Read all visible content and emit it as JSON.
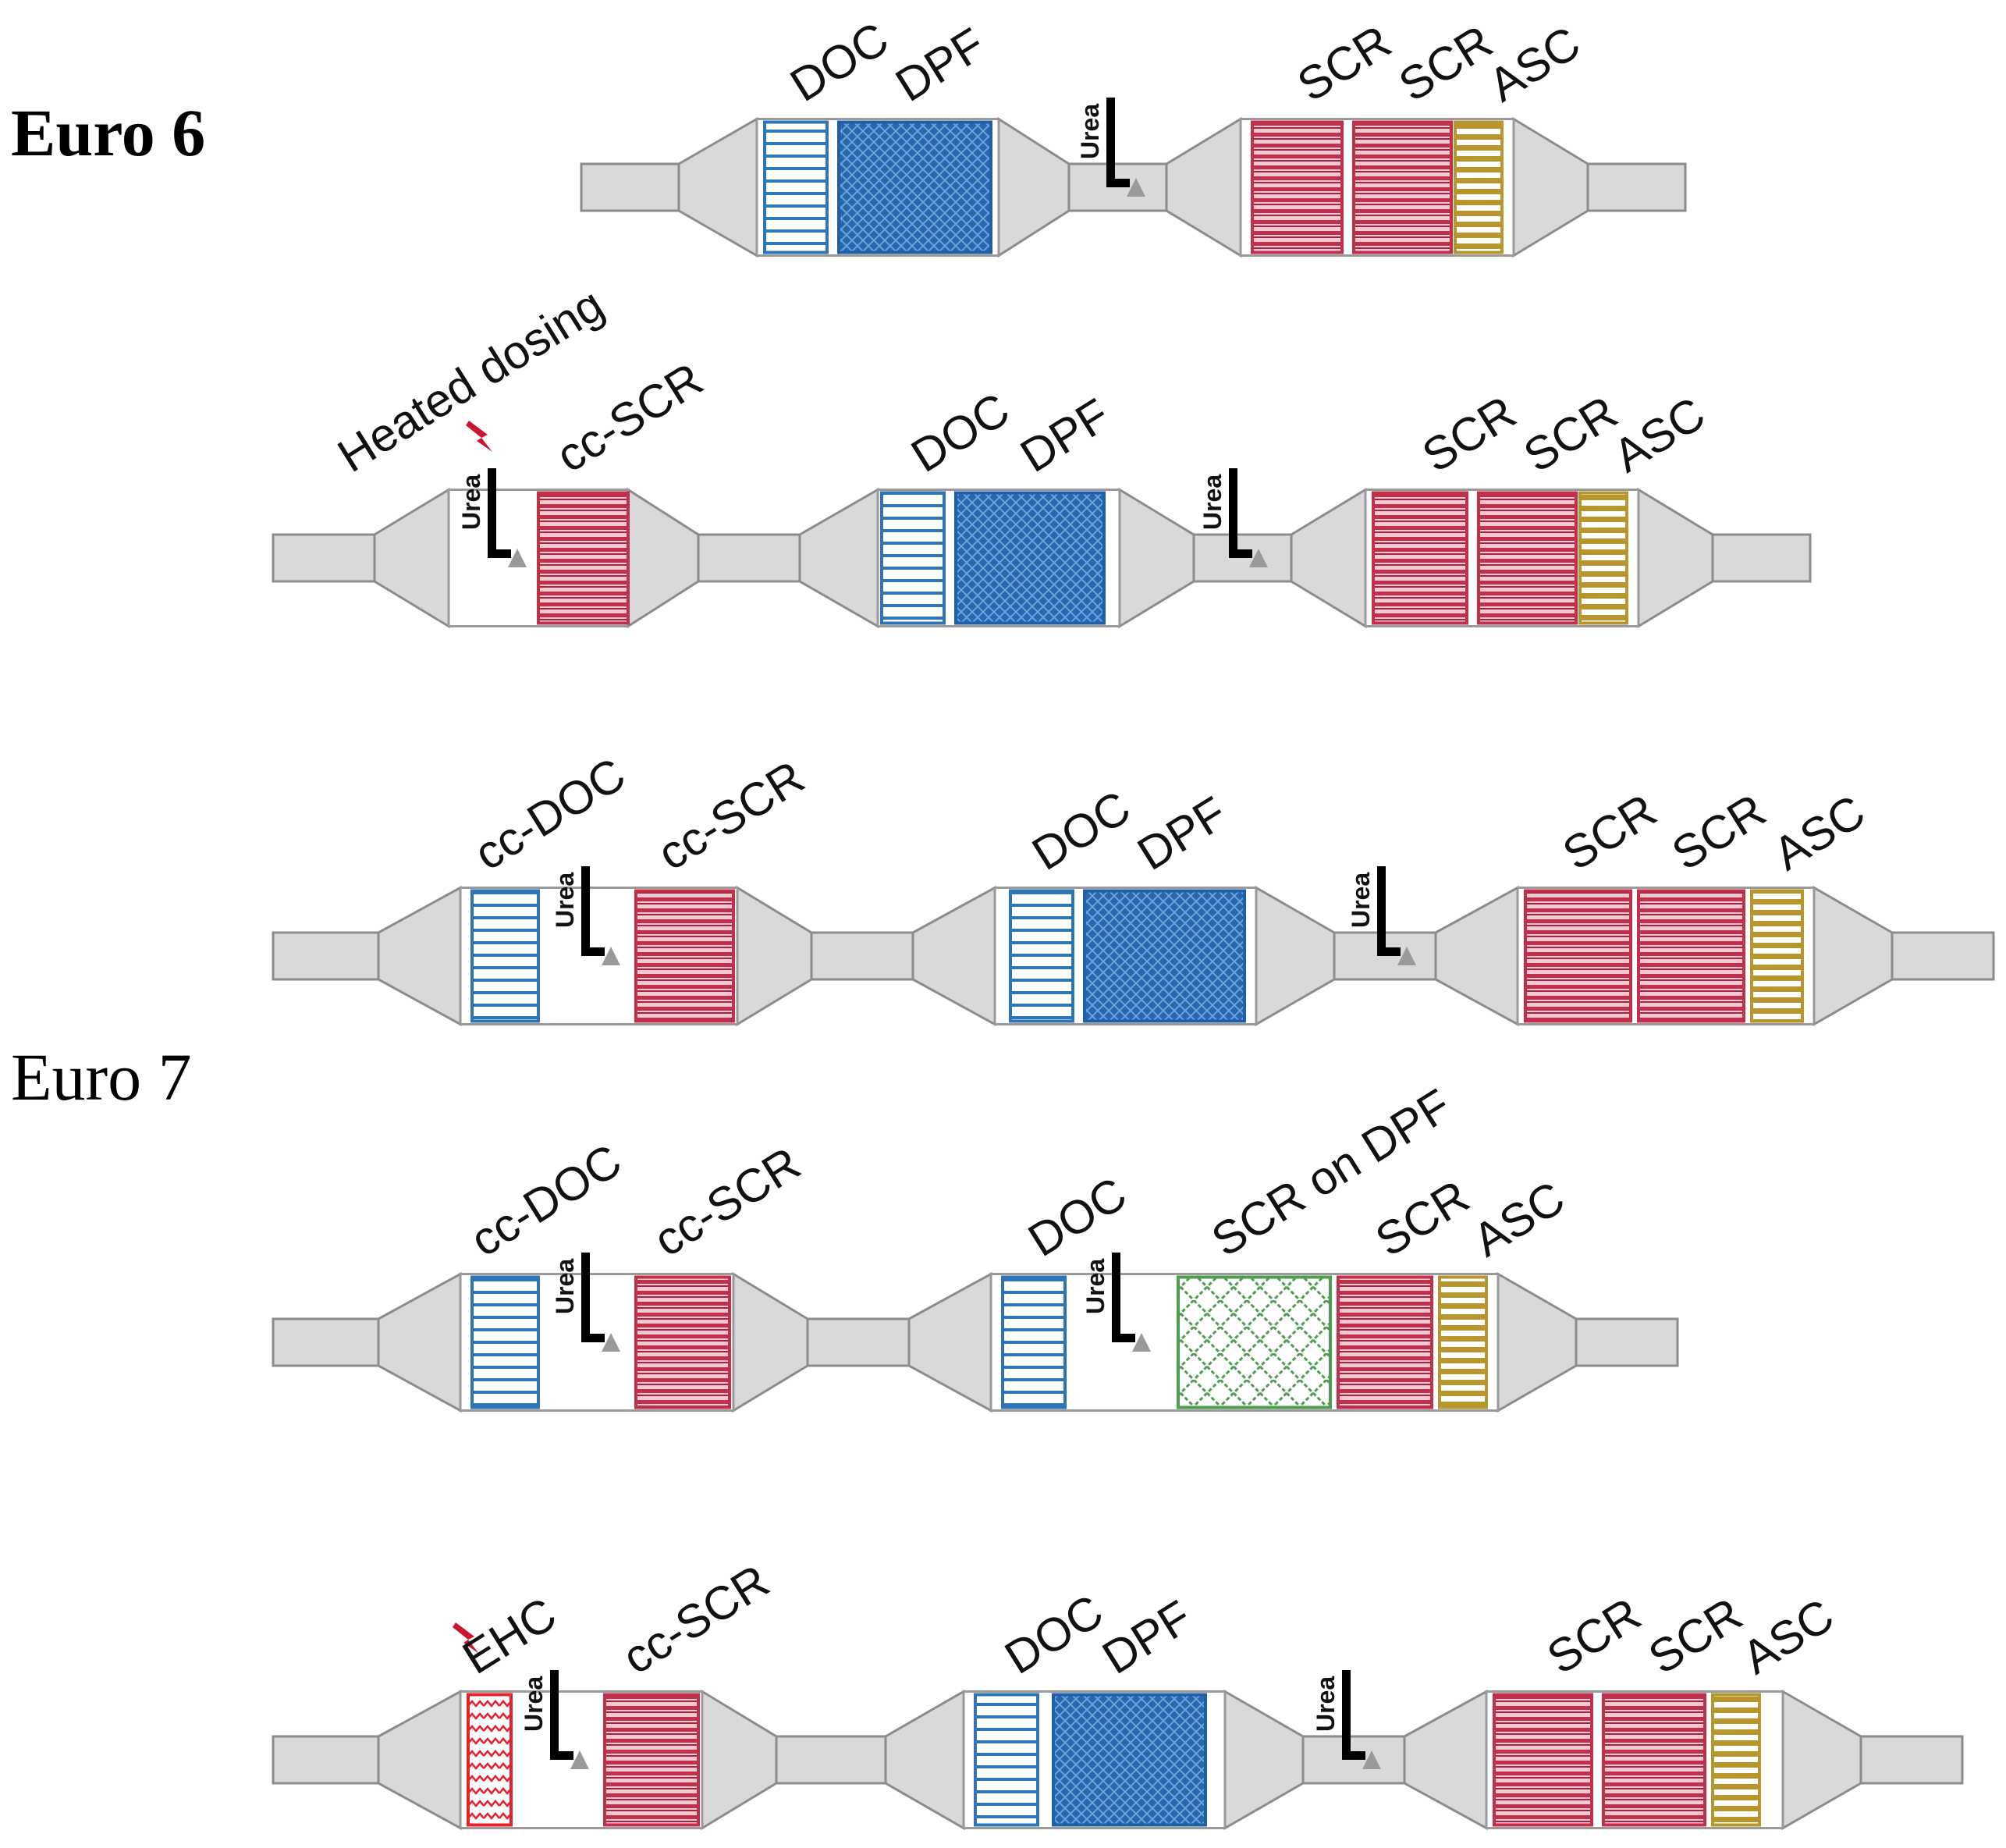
{
  "titles": {
    "euro6": "Euro 6",
    "euro7": "Euro 7"
  },
  "urea_label": "Urea",
  "colors": {
    "pipe_fill": "#d9d9d9",
    "pipe_stroke": "#8c8c8c",
    "doc": "#2e75b6",
    "dpf": "#1f5fa8",
    "scr": "#c0304a",
    "asc": "#b8962e",
    "scr_on_dpf": "#4d9e4d",
    "ehc": "#e8202a",
    "heater": "#cc1530"
  },
  "rows": [
    {
      "id": "euro6",
      "components": [
        {
          "type": "doc",
          "label": "DOC"
        },
        {
          "type": "dpf",
          "label": "DPF"
        },
        {
          "type": "urea"
        },
        {
          "type": "scr",
          "label": "SCR"
        },
        {
          "type": "scr",
          "label": "SCR"
        },
        {
          "type": "asc",
          "label": "ASC"
        }
      ]
    },
    {
      "id": "euro7-heated-dosing",
      "components": [
        {
          "type": "heater",
          "label": "Heated dosing"
        },
        {
          "type": "urea"
        },
        {
          "type": "scr",
          "label": "cc-SCR"
        },
        {
          "type": "doc",
          "label": "DOC"
        },
        {
          "type": "dpf",
          "label": "DPF"
        },
        {
          "type": "urea"
        },
        {
          "type": "scr",
          "label": "SCR"
        },
        {
          "type": "scr",
          "label": "SCR"
        },
        {
          "type": "asc",
          "label": "ASC"
        }
      ]
    },
    {
      "id": "euro7-cc-doc",
      "components": [
        {
          "type": "doc",
          "label": "cc-DOC"
        },
        {
          "type": "urea"
        },
        {
          "type": "scr",
          "label": "cc-SCR"
        },
        {
          "type": "doc",
          "label": "DOC"
        },
        {
          "type": "dpf",
          "label": "DPF"
        },
        {
          "type": "urea"
        },
        {
          "type": "scr",
          "label": "SCR"
        },
        {
          "type": "scr",
          "label": "SCR"
        },
        {
          "type": "asc",
          "label": "ASC"
        }
      ]
    },
    {
      "id": "euro7-scr-on-dpf",
      "components": [
        {
          "type": "doc",
          "label": "cc-DOC"
        },
        {
          "type": "urea"
        },
        {
          "type": "scr",
          "label": "cc-SCR"
        },
        {
          "type": "doc",
          "label": "DOC"
        },
        {
          "type": "urea"
        },
        {
          "type": "scr_on_dpf",
          "label": "SCR on DPF"
        },
        {
          "type": "scr",
          "label": "SCR"
        },
        {
          "type": "asc",
          "label": "ASC"
        }
      ]
    },
    {
      "id": "euro7-ehc",
      "components": [
        {
          "type": "ehc",
          "label": "EHC"
        },
        {
          "type": "urea"
        },
        {
          "type": "scr",
          "label": "cc-SCR"
        },
        {
          "type": "doc",
          "label": "DOC"
        },
        {
          "type": "dpf",
          "label": "DPF"
        },
        {
          "type": "urea"
        },
        {
          "type": "scr",
          "label": "SCR"
        },
        {
          "type": "scr",
          "label": "SCR"
        },
        {
          "type": "asc",
          "label": "ASC"
        }
      ]
    }
  ]
}
